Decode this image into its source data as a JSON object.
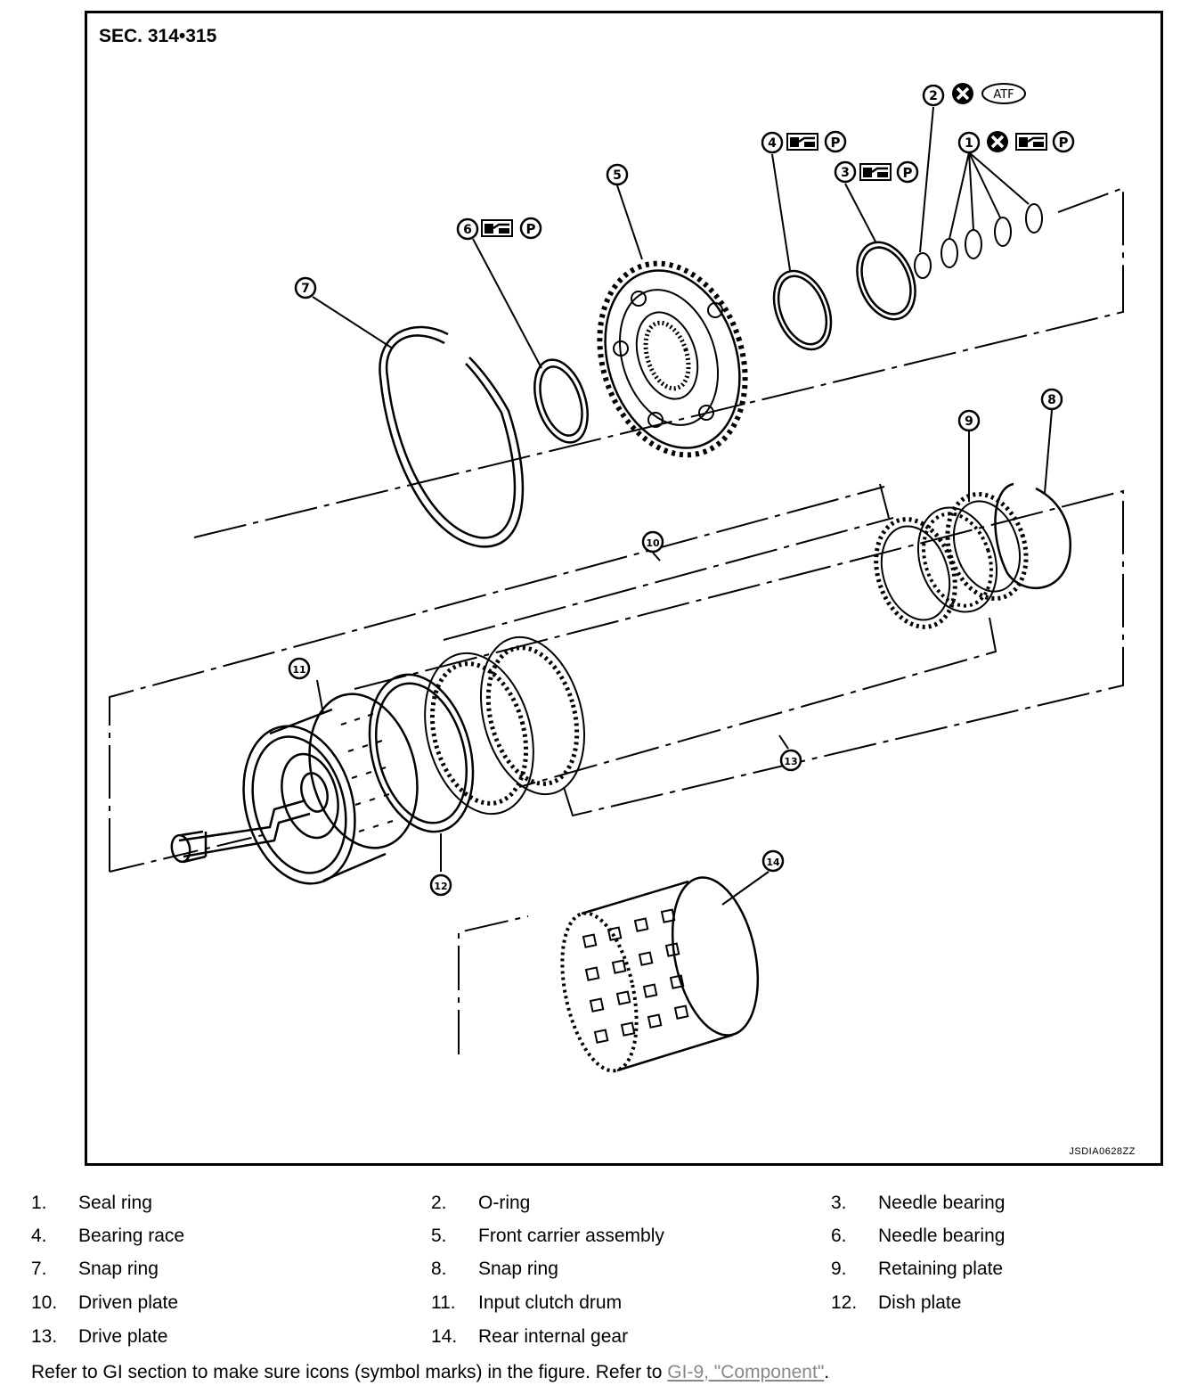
{
  "figure": {
    "section_title": "SEC. 314•315",
    "figure_id": "JSDIA0628ZZ",
    "atf_label": "ATF",
    "p_label": "P",
    "callouts": [
      "1",
      "2",
      "3",
      "4",
      "5",
      "6",
      "7",
      "8",
      "9",
      "10",
      "11",
      "12",
      "13",
      "14"
    ]
  },
  "legend": [
    {
      "num": "1.",
      "name": "Seal ring"
    },
    {
      "num": "2.",
      "name": "O-ring"
    },
    {
      "num": "3.",
      "name": "Needle bearing"
    },
    {
      "num": "4.",
      "name": "Bearing race"
    },
    {
      "num": "5.",
      "name": "Front carrier assembly"
    },
    {
      "num": "6.",
      "name": "Needle bearing"
    },
    {
      "num": "7.",
      "name": "Snap ring"
    },
    {
      "num": "8.",
      "name": "Snap ring"
    },
    {
      "num": "9.",
      "name": "Retaining plate"
    },
    {
      "num": "10.",
      "name": "Driven plate"
    },
    {
      "num": "11.",
      "name": "Input clutch drum"
    },
    {
      "num": "12.",
      "name": "Dish plate"
    },
    {
      "num": "13.",
      "name": "Drive plate"
    },
    {
      "num": "14.",
      "name": "Rear internal gear"
    }
  ],
  "footnote": {
    "text": "Refer to GI section to make sure icons (symbol marks) in the figure. Refer to ",
    "link": "GI-9, \"Component\"",
    "end": "."
  }
}
